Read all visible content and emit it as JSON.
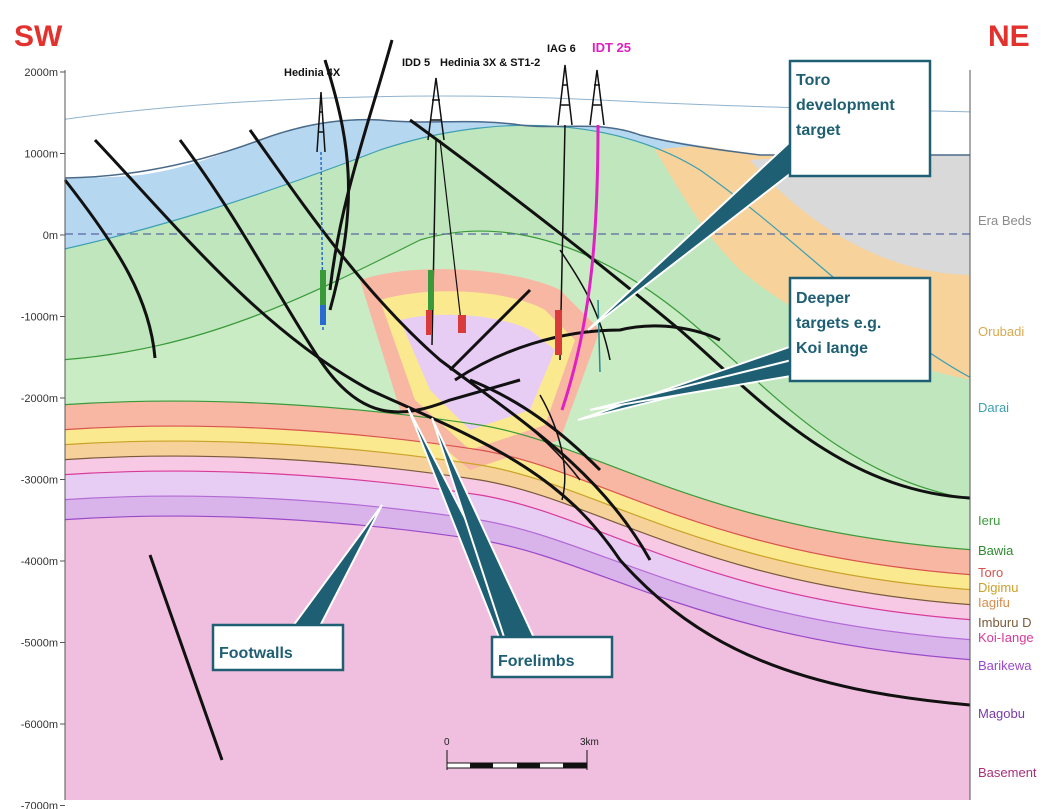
{
  "directions": {
    "left": "SW",
    "right": "NE"
  },
  "y_axis": {
    "ticks": [
      "2000m",
      "1000m",
      "0m",
      "-1000m",
      "-2000m",
      "-3000m",
      "-4000m",
      "-5000m",
      "-6000m",
      "-7000m"
    ]
  },
  "wells": [
    {
      "name": "Hedinia 4X"
    },
    {
      "name": "IDD 5"
    },
    {
      "name": "Hedinia 3X & ST1-2"
    },
    {
      "name": "IAG 6"
    },
    {
      "name": "IDT 25"
    }
  ],
  "units": [
    {
      "name": "Era Beds",
      "color": "#8a8a8a"
    },
    {
      "name": "Orubadi",
      "color": "#d9a94f"
    },
    {
      "name": "Darai",
      "color": "#3d9fb2"
    },
    {
      "name": "Ieru",
      "color": "#3a9a3a"
    },
    {
      "name": "Bawia",
      "color": "#2f8a2f"
    },
    {
      "name": "Toro",
      "color": "#d9534f"
    },
    {
      "name": "Digimu",
      "color": "#c9a227"
    },
    {
      "name": "Iagifu",
      "color": "#d98c4a"
    },
    {
      "name": "Imburu D",
      "color": "#7a5a3a"
    },
    {
      "name": "Koi-Iange",
      "color": "#d93a9a"
    },
    {
      "name": "Barikewa",
      "color": "#9a4ac9"
    },
    {
      "name": "Magobu",
      "color": "#7a3aa9"
    },
    {
      "name": "Basement",
      "color": "#a9307a"
    }
  ],
  "callouts": {
    "toro_target": [
      "Toro",
      "development",
      "target"
    ],
    "deeper_targets": [
      "Deeper",
      "targets e.g.",
      "Koi Iange"
    ],
    "footwalls": "Footwalls",
    "forelimbs": "Forelimbs"
  },
  "scale_bar": {
    "start": "0",
    "end": "3km"
  },
  "colors": {
    "callout_border": "#1f5f73",
    "callout_text": "#1f5f73",
    "direction_text": "#e3312d"
  }
}
